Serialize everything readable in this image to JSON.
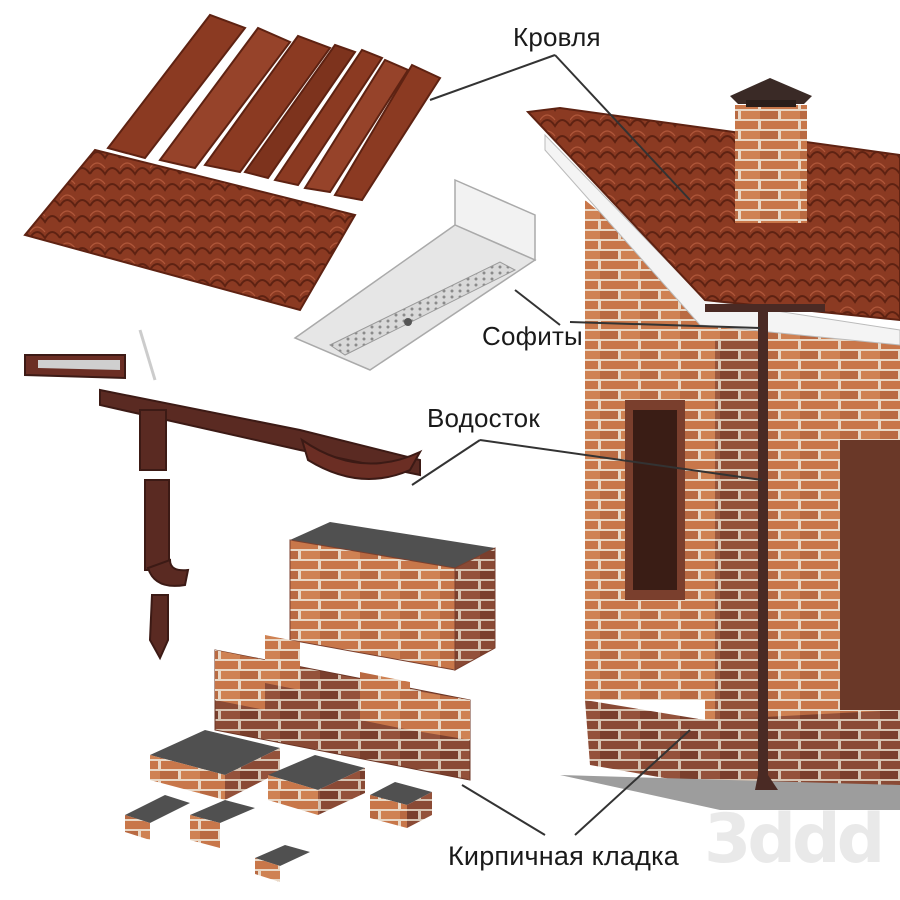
{
  "callouts": {
    "roof": "Кровля",
    "soffits": "Софиты",
    "gutter": "Водосток",
    "brickwork": "Кирпичная кладка"
  },
  "watermark": "3ddd",
  "colors": {
    "roof_tile": "#8b3a22",
    "brick": "#c8774a",
    "brick_dark": "#8a4a35",
    "gutter": "#5a2a22",
    "soffit": "#f2f2f2",
    "callout_line": "#333333"
  }
}
